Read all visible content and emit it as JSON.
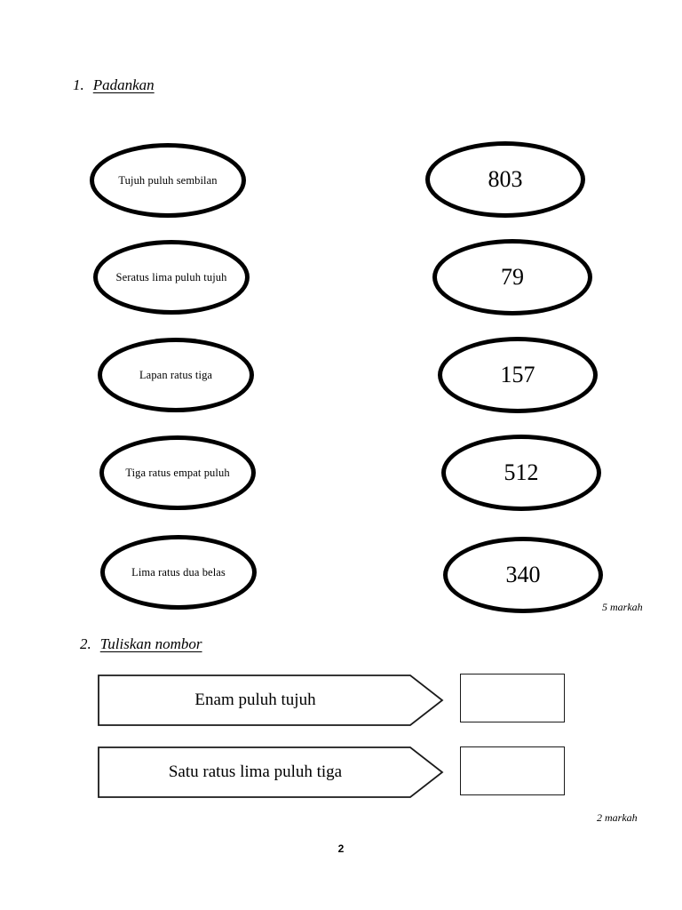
{
  "document": {
    "page_number": "2"
  },
  "questions": [
    {
      "number": "1.",
      "title": "Padankan",
      "marks_note": "5 markah",
      "left_column": [
        {
          "label": "Tujuh puluh sembilan"
        },
        {
          "label": "Seratus lima puluh tujuh"
        },
        {
          "label": "Lapan ratus tiga"
        },
        {
          "label": "Tiga ratus empat puluh"
        },
        {
          "label": "Lima ratus dua belas"
        }
      ],
      "right_column": [
        {
          "label": "803"
        },
        {
          "label": "79"
        },
        {
          "label": "157"
        },
        {
          "label": "512"
        },
        {
          "label": "340"
        }
      ]
    },
    {
      "number": "2.",
      "title": "Tuliskan nombor",
      "marks_note": "2 markah",
      "rows": [
        {
          "prompt": "Enam puluh tujuh",
          "answer": ""
        },
        {
          "prompt": "Satu ratus lima puluh tiga",
          "answer": ""
        }
      ]
    }
  ]
}
